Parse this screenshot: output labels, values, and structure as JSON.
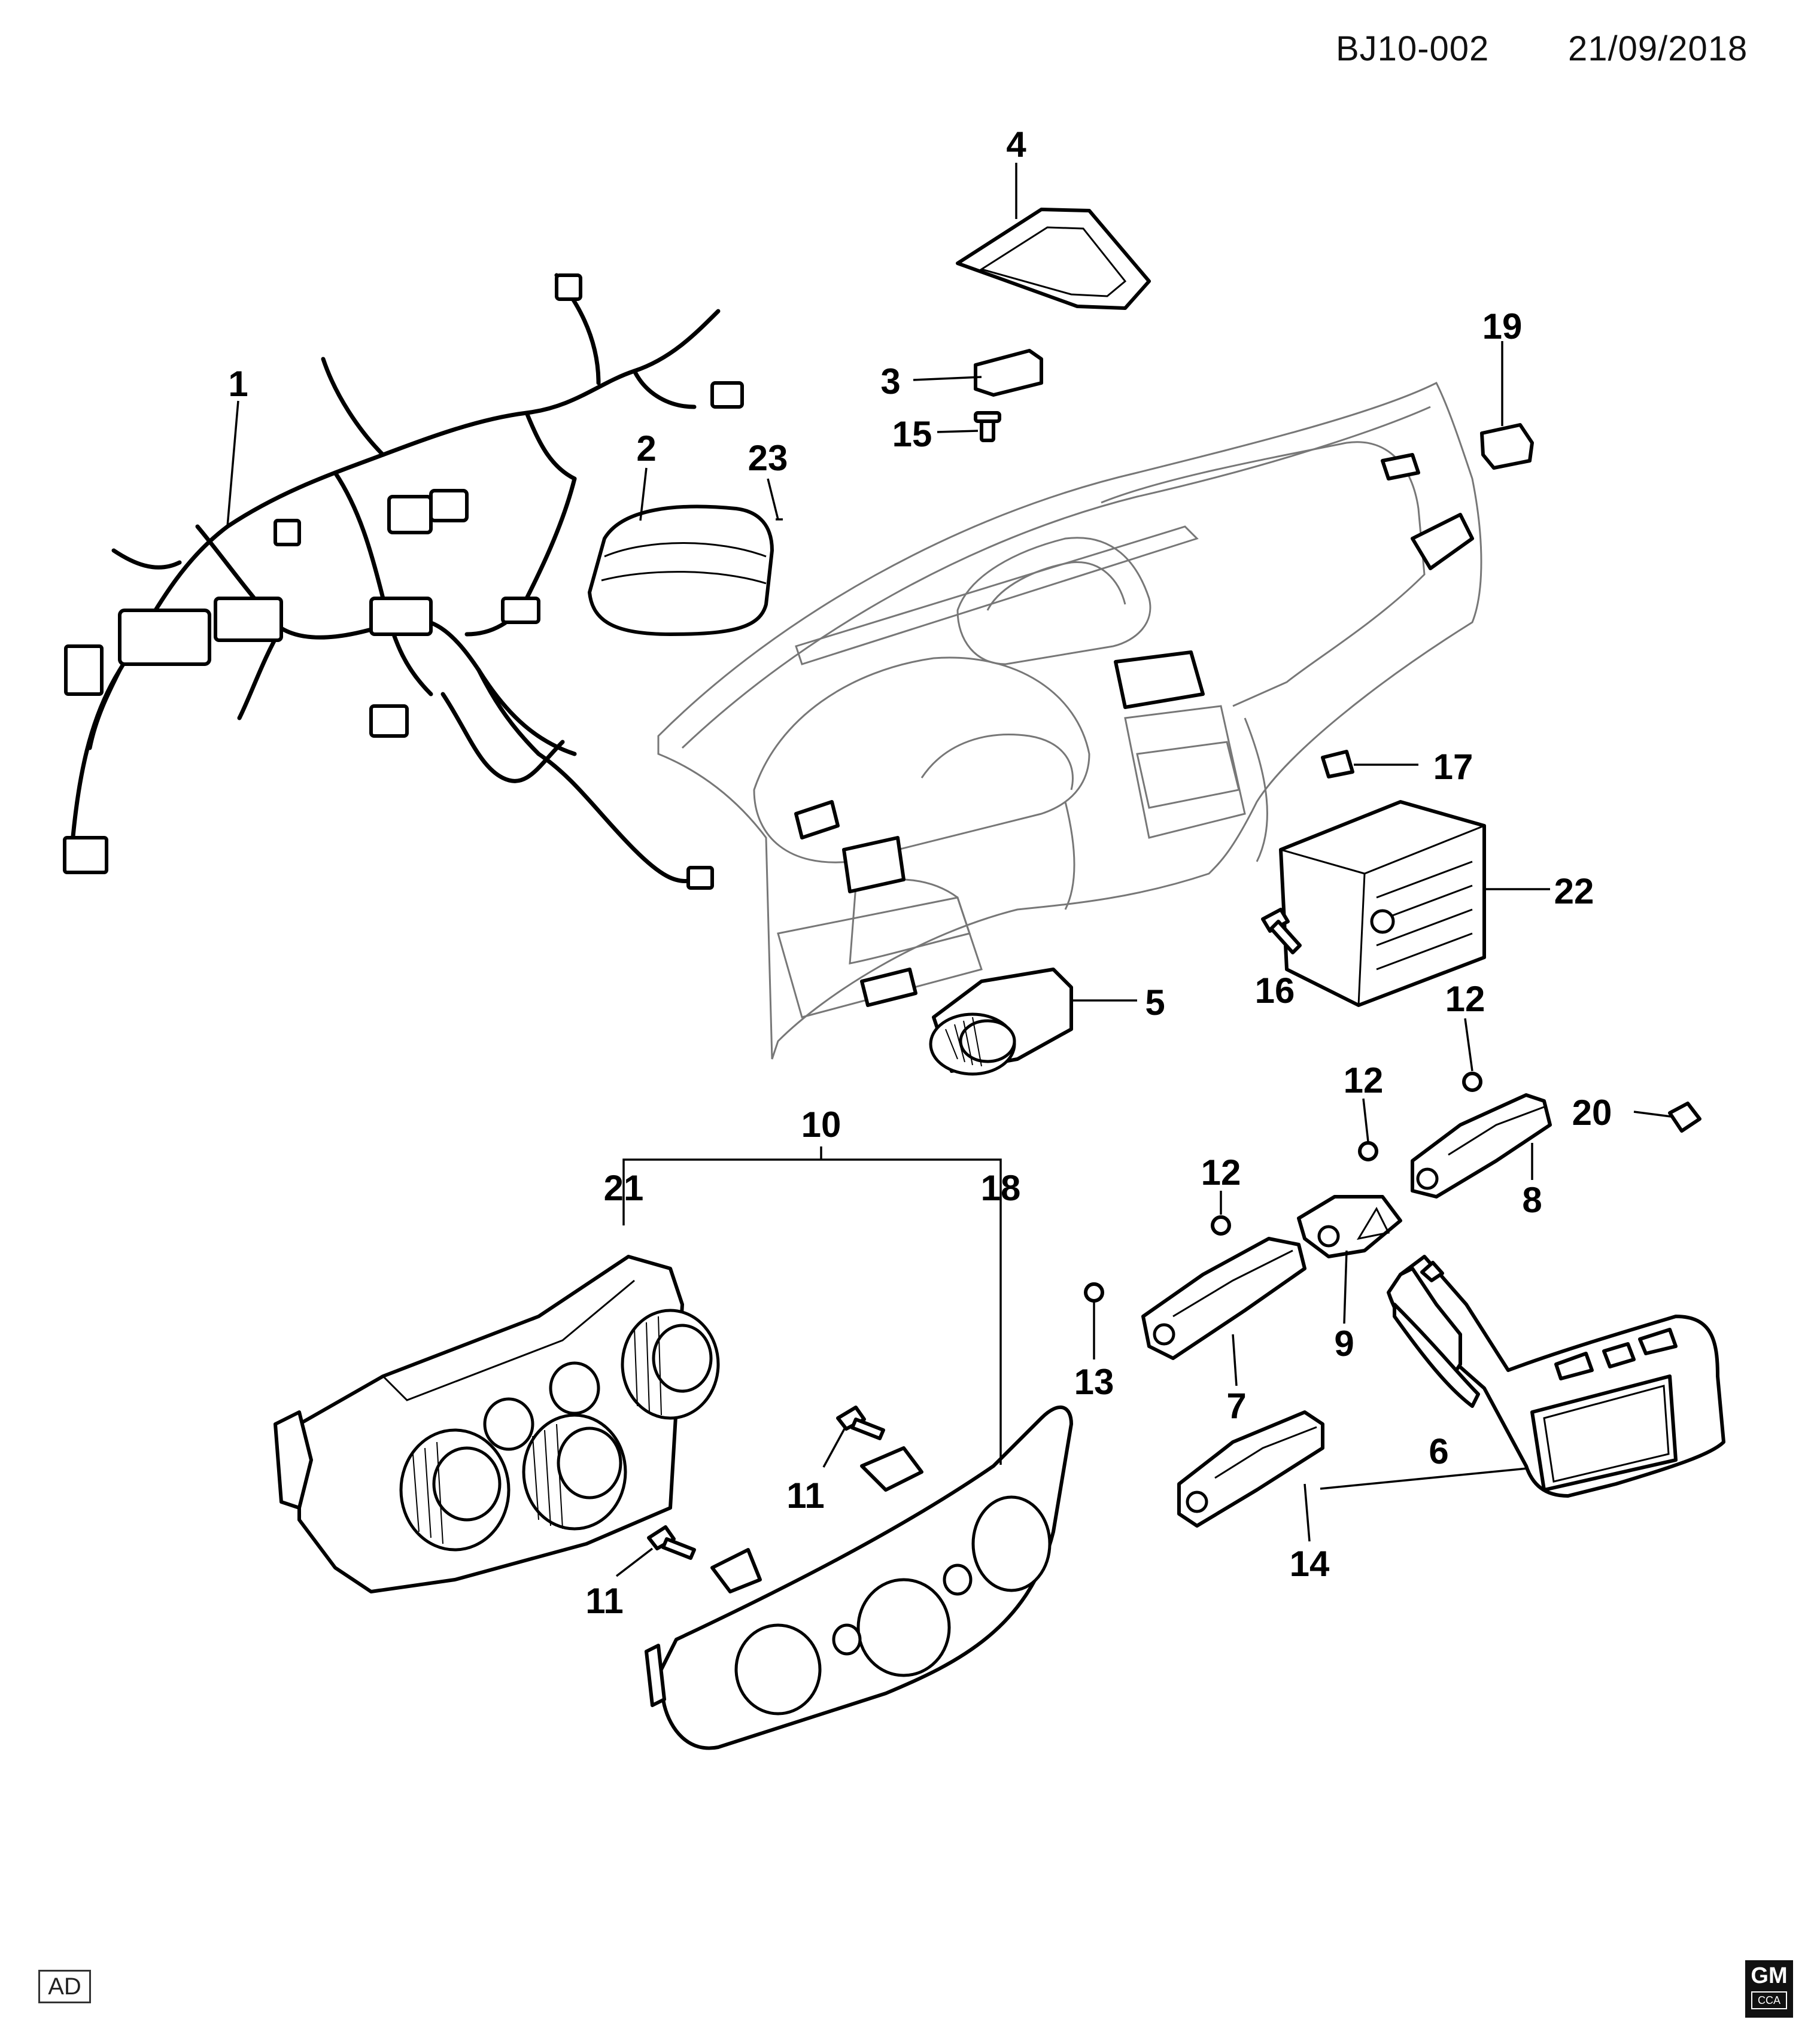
{
  "header": {
    "document_code": "BJ10-002",
    "date": "21/09/2018"
  },
  "callouts": {
    "c1": "1",
    "c2": "2",
    "c3": "3",
    "c4": "4",
    "c5": "5",
    "c6": "6",
    "c7": "7",
    "c8": "8",
    "c9": "9",
    "c10": "10",
    "c11a": "11",
    "c11b": "11",
    "c12a": "12",
    "c12b": "12",
    "c12c": "12",
    "c13": "13",
    "c14": "14",
    "c15": "15",
    "c16": "16",
    "c17": "17",
    "c18": "18",
    "c19": "19",
    "c20": "20",
    "c21": "21",
    "c22": "22",
    "c23": "23"
  },
  "footer": {
    "stamp": "AD",
    "logo_text": "GM",
    "logo_subtext": "CCA"
  },
  "colors": {
    "ink": "#000000",
    "paper": "#ffffff"
  }
}
